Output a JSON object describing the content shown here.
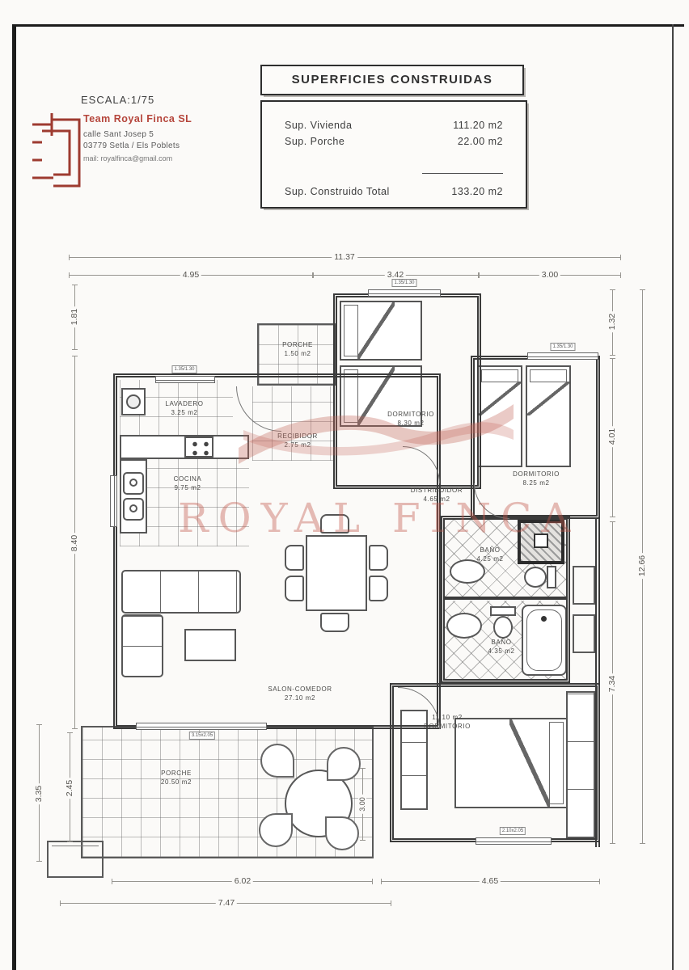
{
  "page": {
    "scale_label": "ESCALA:1/75"
  },
  "company": {
    "name": "Team Royal Finca SL",
    "address1": "calle Sant Josep 5",
    "address2": "03779 Setla / Els Poblets",
    "mail": "mail: royalfinca@gmail.com"
  },
  "brand": {
    "accent": "#a8443a",
    "watermark_pink": "#c4685c"
  },
  "watermark_text": "ROYAL FINCA",
  "summary": {
    "title": "SUPERFICIES CONSTRUIDAS",
    "viv_label": "Sup. Vivienda",
    "viv_value": "111.20 m2",
    "por_label": "Sup. Porche",
    "por_value": "22.00 m2",
    "tot_label": "Sup. Construido Total",
    "tot_value": "133.20 m2"
  },
  "rooms": {
    "porche_top": {
      "name": "PORCHE",
      "area": "1.50 m2"
    },
    "lavadero": {
      "name": "LAVADERO",
      "area": "3.25 m2"
    },
    "cocina": {
      "name": "COCINA",
      "area": "9.75 m2"
    },
    "recibidor": {
      "name": "RECIBIDOR",
      "area": "2.75 m2"
    },
    "dormitorio_1": {
      "name": "DORMITORIO",
      "area": "8.30 m2"
    },
    "dormitorio_2": {
      "name": "DORMITORIO",
      "area": "8.25 m2"
    },
    "distribuidor": {
      "name": "DISTRIBUIDOR",
      "area": "4.65 m2"
    },
    "bano_1": {
      "name": "BAÑO",
      "area": "4.25 m2"
    },
    "bano_2": {
      "name": "BAÑO",
      "area": "4.35 m2"
    },
    "salon": {
      "name": "SALON-COMEDOR",
      "area": "27.10 m2"
    },
    "dormitorio_3": {
      "name": "DORMITORIO",
      "area": "11.10 m2"
    },
    "porche_main": {
      "name": "PORCHE",
      "area": "20.50 m2"
    }
  },
  "dimensions": {
    "top_total": "11.37",
    "top_a": "4.95",
    "top_b": "3.42",
    "top_c": "3.00",
    "left_a": "1.81",
    "left_b": "8.40",
    "left_c": "3.35",
    "left_d": "2.45",
    "right_a": "1.32",
    "right_b": "4.01",
    "right_c": "12.66",
    "right_d": "7.34",
    "bottom_a": "6.02",
    "bottom_b": "4.65",
    "bottom_c": "7.47",
    "porch_depth": "3.00"
  },
  "windows": {
    "w1": "1.35/1.30",
    "w2": "1.35/1.30",
    "w3": "1.35/1.30",
    "w4": "3.15x2.05",
    "w5": "2.10x2.05"
  }
}
